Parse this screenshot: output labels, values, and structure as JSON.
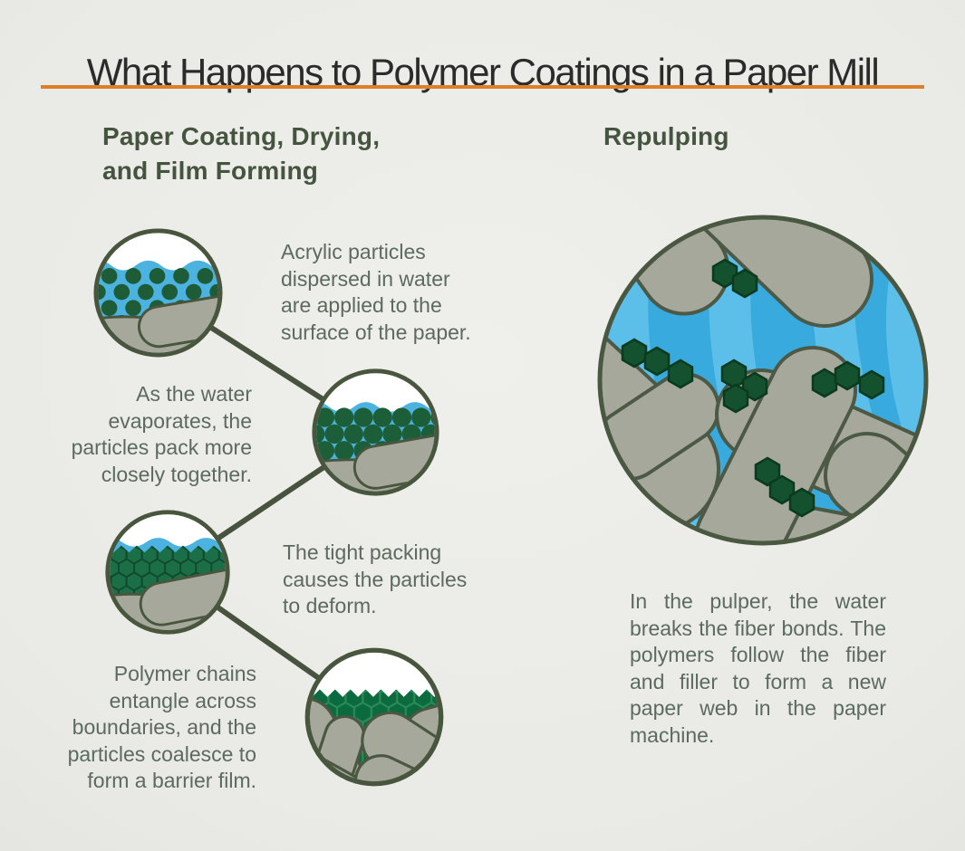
{
  "infographic": {
    "title": "What Happens to Polymer Coatings in a Paper Mill",
    "left_section": {
      "heading": "Paper Coating, Drying,\nand Film Forming",
      "stages": [
        {
          "diagram": "acrylic-particles-dispersed-in-water",
          "caption": "Acrylic particles\ndispersed in water\nare applied to the\nsurface  of the paper."
        },
        {
          "diagram": "particles-packed-closely",
          "caption": "As the water\nevaporates, the\nparticles pack more\nclosely together."
        },
        {
          "diagram": "particles-deformed-tight-packing",
          "caption": "The tight packing\ncauses the particles\nto deform."
        },
        {
          "diagram": "particles-coalesce-barrier-film",
          "caption": "Polymer chains\nentangle across\nboundaries, and the\nparticles coalesce to\nform a barrier film."
        }
      ]
    },
    "right_section": {
      "heading": "Repulping",
      "diagram": "pulper-fibers-and-polymer-in-water",
      "caption": "In the pulper, the water breaks the fiber bonds. The polymers follow the fiber and filler to form a new paper web in the paper machine."
    },
    "colors": {
      "background": "#e9e9e5",
      "accent_orange": "#dd7f2b",
      "title_text": "#2b2b2b",
      "heading_green": "#45543f",
      "body_text": "#5c6b5e",
      "outline_olive": "#49563e",
      "water_blue": "#4cb2e0",
      "water_stripe_blue": "#5cbfea",
      "particle_dark_green": "#1d5c36",
      "film_green": "#0b6b3f",
      "hexagon_green": "#1b6f47",
      "paper_gray": "#a7a89c"
    }
  }
}
